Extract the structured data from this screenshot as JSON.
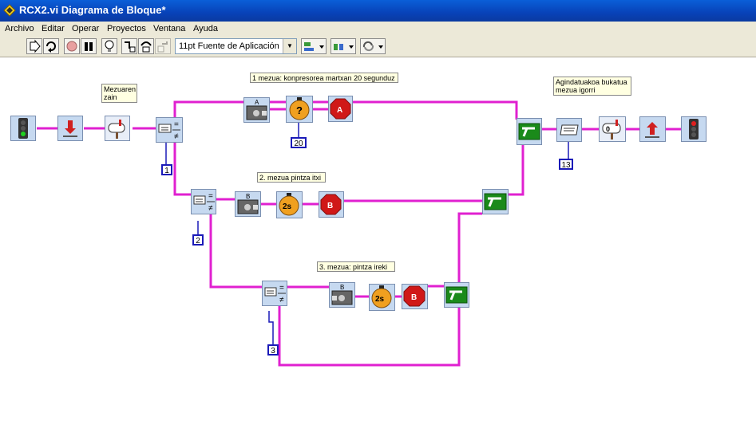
{
  "window": {
    "title": "RCX2.vi Diagrama de Bloque*"
  },
  "menu": [
    "Archivo",
    "Editar",
    "Operar",
    "Proyectos",
    "Ventana",
    "Ayuda"
  ],
  "toolbar": {
    "font_select": "11pt Fuente de Aplicación"
  },
  "diagram": {
    "labels": {
      "wait_message": "Mezuaren\nzain",
      "msg1": "1 mezua: konpresorea martxan 20 segunduz",
      "msg2": "2. mezua pintza itxi",
      "msg3": "3. mezua: pintza ireki",
      "task_done": "Agindatuakoa bukatua\nmezua igorri"
    },
    "constants": [
      "1",
      "2",
      "3",
      "20",
      "13"
    ],
    "node_letters": [
      "A",
      "A",
      "B",
      "B",
      "B",
      "B"
    ],
    "timer_labels": [
      "?",
      "2s",
      "2s"
    ]
  },
  "colors": {
    "wire_pink": "#e020d0",
    "wire_blue": "#1a1ab8",
    "node_bg": "#c6d9f0",
    "stop_red": "#d01818",
    "green_branch": "#1a8a1a"
  }
}
